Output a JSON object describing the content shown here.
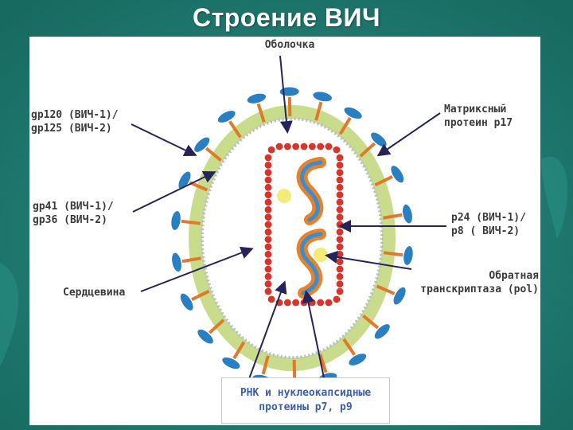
{
  "title": "Строение ВИЧ",
  "labels": {
    "envelope": "Оболочка",
    "gp120_line1": "gp120 (ВИЧ-1)/",
    "gp120_line2": "gp125 (ВИЧ-2)",
    "gp41_line1": "gp41 (ВИЧ-1)/",
    "gp41_line2": "gp36 (ВИЧ-2)",
    "core": "Сердцевина",
    "matrix_line1": "Матриксный",
    "matrix_line2": "протеин p17",
    "p24_line1": "p24 (ВИЧ-1)/",
    "p24_line2": "p8 ( ВИЧ-2)",
    "rt_line1": "Обратная",
    "rt_line2": "транскриптаза (pol)",
    "rna_line1": "РНК и нуклеокапсидные",
    "rna_line2": "протеины p7, p9"
  },
  "colors": {
    "background": "#1f7b70",
    "envelope_fill": "#c8dc8c",
    "spike_head": "#2a7fc2",
    "spike_stalk": "#e07a2a",
    "capsid_beads": "#d8342a",
    "rna_orange": "#e8822a",
    "rna_blue": "#3a8ed0",
    "enzyme_yellow": "#f4ec78",
    "arrow": "#26235a"
  }
}
